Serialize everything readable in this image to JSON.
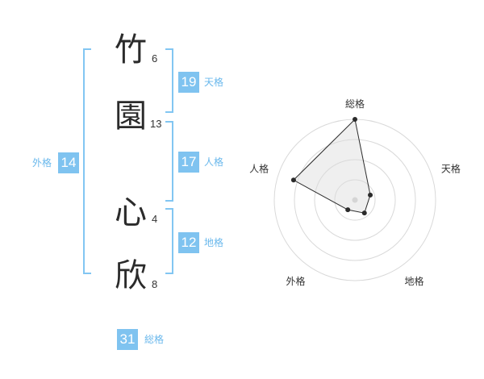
{
  "name_chars": [
    {
      "char": "竹",
      "strokes": "6"
    },
    {
      "char": "園",
      "strokes": "13"
    },
    {
      "char": "心",
      "strokes": "4"
    },
    {
      "char": "欣",
      "strokes": "8"
    }
  ],
  "kakusu": {
    "tenkaku": {
      "value": "19",
      "label": "天格"
    },
    "jinkaku": {
      "value": "17",
      "label": "人格"
    },
    "chikaku": {
      "value": "12",
      "label": "地格"
    },
    "gaikaku": {
      "value": "14",
      "label": "外格"
    },
    "soukaku": {
      "value": "31",
      "label": "総格"
    }
  },
  "colors": {
    "accent": "#7fc3f0",
    "accent_text": "#6ab8ec",
    "kanji": "#2b2b2b"
  },
  "chart_data": {
    "type": "radar",
    "axes": [
      "総格",
      "天格",
      "地格",
      "外格",
      "人格"
    ],
    "levels": 4,
    "max": 4,
    "values": [
      4,
      0.8,
      0.8,
      0.6,
      3.2
    ]
  }
}
